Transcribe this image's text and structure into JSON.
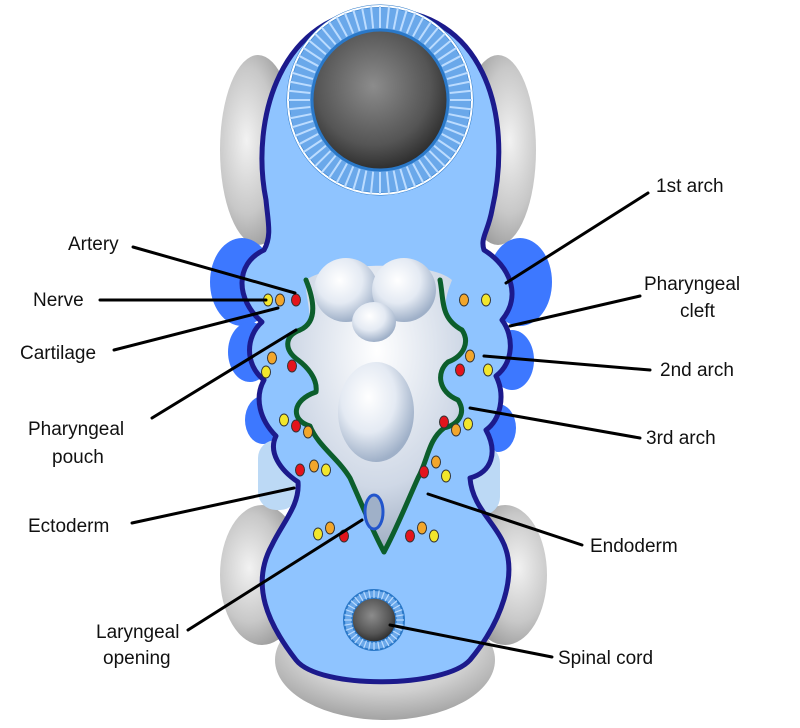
{
  "colors": {
    "tissue": "#8fc4ff",
    "tissue_light": "#bcd9f5",
    "ectoderm": "#1c1a8c",
    "endoderm": "#0c5e2c",
    "arch_outer": "#3d78ff",
    "artery": "#e3141c",
    "nerve": "#f2e62c",
    "cartilage": "#f2a62c",
    "grey": "#a6a6a6"
  },
  "labels": {
    "artery": "Artery",
    "nerve": "Nerve",
    "cartilage": "Cartilage",
    "pharyngeal_pouch": [
      "Pharyngeal",
      "pouch"
    ],
    "ectoderm": "Ectoderm",
    "laryngeal_opening": [
      "Laryngeal",
      "opening"
    ],
    "first_arch": "1st arch",
    "pharyngeal_cleft": [
      "Pharyngeal",
      "cleft"
    ],
    "second_arch": "2nd arch",
    "third_arch": "3rd arch",
    "endoderm": "Endoderm",
    "spinal_cord": "Spinal cord"
  }
}
